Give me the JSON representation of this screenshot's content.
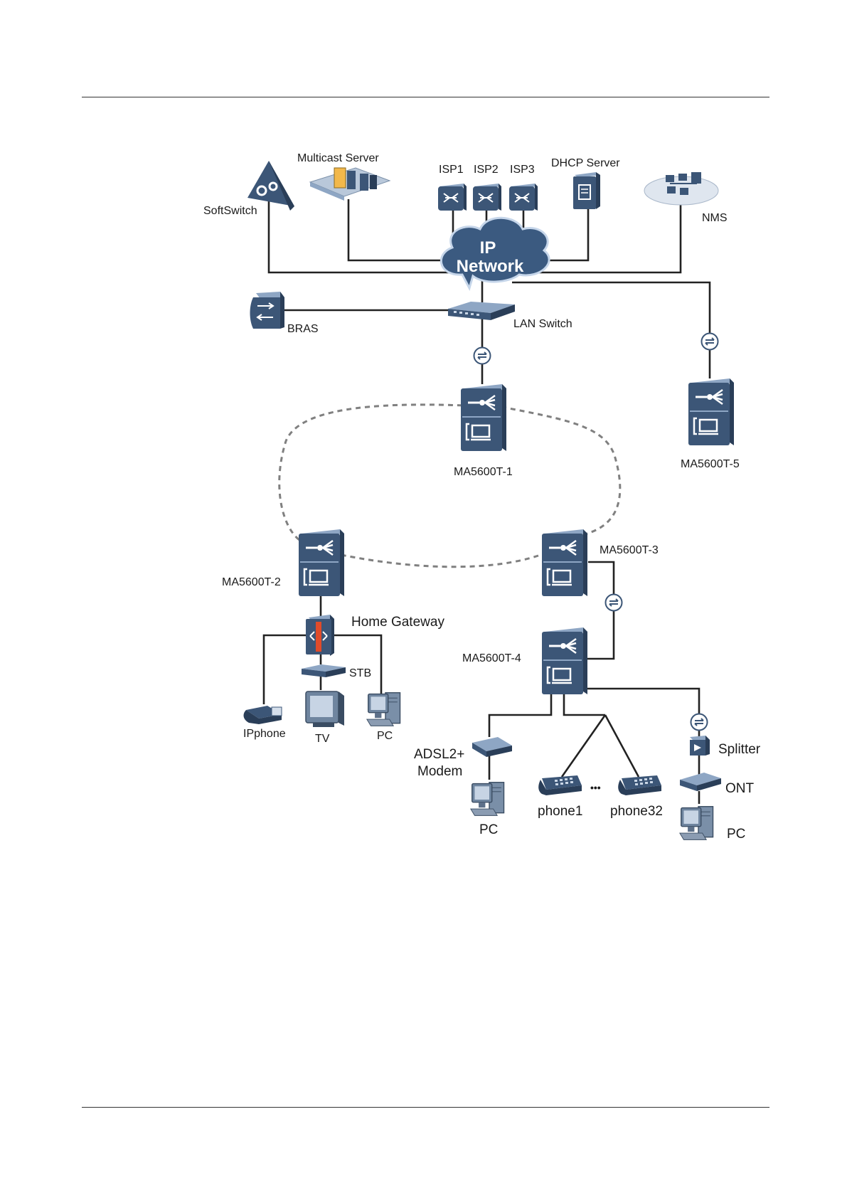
{
  "colors": {
    "device": "#3c5677",
    "device_dark": "#2a3e58",
    "device_light": "#8ea6c4",
    "line": "#222222",
    "ring": "#808080",
    "cloud": "#3b5a80"
  },
  "labels": {
    "softswitch": "SoftSwitch",
    "multicast_server": "Multicast  Server",
    "isp1": "ISP1",
    "isp2": "ISP2",
    "isp3": "ISP3",
    "dhcp_server": "DHCP Server",
    "nms": "NMS",
    "ip_network_line1": "IP",
    "ip_network_line2": "Network",
    "bras": "BRAS",
    "lan_switch": "LAN Switch",
    "ma5600t_1": "MA5600T-1",
    "ma5600t_2": "MA5600T-2",
    "ma5600t_3": "MA5600T-3",
    "ma5600t_4": "MA5600T-4",
    "ma5600t_5": "MA5600T-5",
    "home_gateway": "Home Gateway",
    "stb": "STB",
    "ipphone": "IPphone",
    "tv": "TV",
    "pc_home": "PC",
    "adsl_line1": "ADSL2+",
    "adsl_line2": "Modem",
    "pc_adsl": "PC",
    "phone1": "phone1",
    "ellipsis": "•••",
    "phone32": "phone32",
    "splitter": "Splitter",
    "ont": "ONT",
    "pc_ont": "PC"
  },
  "icons": [
    "softswitch-icon",
    "multicast-server-icon",
    "router-icon",
    "dhcp-server-icon",
    "nms-icon",
    "cloud-icon",
    "bras-icon",
    "switch-icon",
    "optical-transceiver-icon",
    "olt-icon",
    "home-gateway-icon",
    "stb-icon",
    "ipphone-icon",
    "tv-icon",
    "pc-icon",
    "modem-icon",
    "phone-icon",
    "splitter-icon",
    "ont-icon"
  ]
}
